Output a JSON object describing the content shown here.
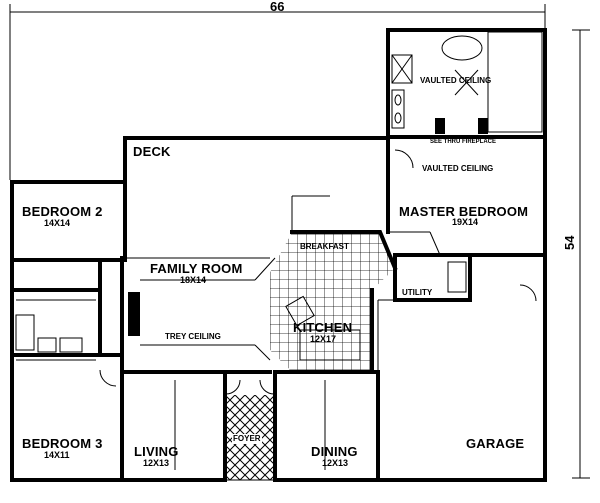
{
  "dimensions": {
    "width": "66",
    "depth": "54"
  },
  "rooms": {
    "deck": {
      "name": "DECK"
    },
    "bedroom2": {
      "name": "BEDROOM 2",
      "size": "14X14"
    },
    "bedroom3": {
      "name": "BEDROOM 3",
      "size": "14X11"
    },
    "family_room": {
      "name": "FAMILY ROOM",
      "size": "18X14"
    },
    "trey_ceiling": {
      "name": "TREY CEILING"
    },
    "breakfast": {
      "name": "BREAKFAST"
    },
    "kitchen": {
      "name": "KITCHEN",
      "size": "12X17"
    },
    "master_bedroom": {
      "name": "MASTER BEDROOM",
      "size": "19X14"
    },
    "vaulted_ceiling_bath": {
      "name": "VAULTED CEILING"
    },
    "vaulted_ceiling_master": {
      "name": "VAULTED CEILING"
    },
    "see_thru_fireplace": {
      "name": "SEE THRU FIREPLACE"
    },
    "utility": {
      "name": "UTILITY"
    },
    "living": {
      "name": "LIVING",
      "size": "12X13"
    },
    "foyer": {
      "name": "FOYER"
    },
    "dining": {
      "name": "DINING",
      "size": "12X13"
    },
    "garage": {
      "name": "GARAGE"
    }
  }
}
